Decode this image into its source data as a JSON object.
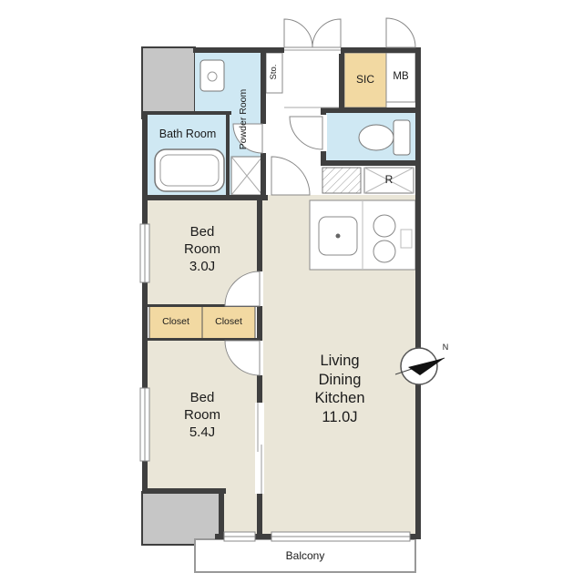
{
  "plan": {
    "labels": {
      "bath": "Bath Room",
      "powder": "Powder Room",
      "storage": "Sto.",
      "sic": "SIC",
      "mb": "MB",
      "refrigerator": "R",
      "bedroom3": "Bed\nRoom\n3.0J",
      "closet_left": "Closet",
      "closet_right": "Closet",
      "bedroom5": "Bed\nRoom\n5.4J",
      "ldk": "Living\nDining\nKitchen\n11.0J",
      "balcony": "Balcony",
      "north": "N"
    },
    "colors": {
      "wall": "#3f3f3f",
      "room_floor": "#eae6d8",
      "wet_area": "#cfe8f3",
      "closet": "#f2d9a2",
      "common_area": "#c6c6c6"
    }
  }
}
